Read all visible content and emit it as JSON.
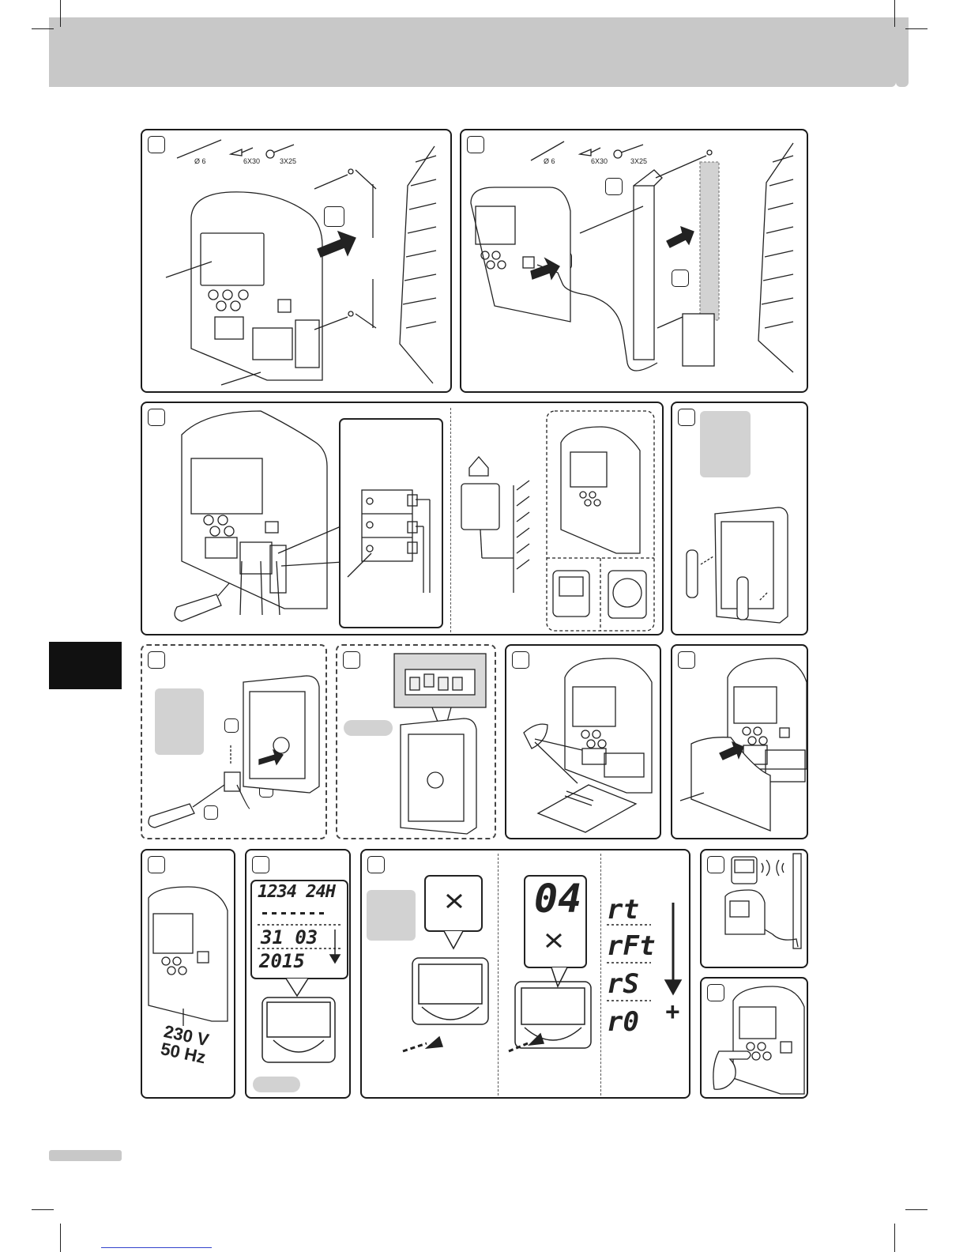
{
  "header": {
    "title": ""
  },
  "panel1": {
    "drill": "Ø 6",
    "plug": "6X30",
    "screw": "3X25"
  },
  "panel2": {
    "drill": "Ø 6",
    "plug": "6X30",
    "screw": "3X25"
  },
  "panel10": {
    "time": "1234 24H",
    "date": "31 03",
    "year": "2015"
  },
  "panel11": {
    "mode_number": "04",
    "codes": [
      "rt",
      "rFt",
      "rS",
      "r0"
    ],
    "plus": "+"
  },
  "panel9": {
    "voltage": "230 V",
    "frequency": "50 Hz"
  },
  "colors": {
    "header_gray": "#c8c8c8",
    "tab_black": "#111111",
    "note_gray": "#d2d2d2"
  }
}
